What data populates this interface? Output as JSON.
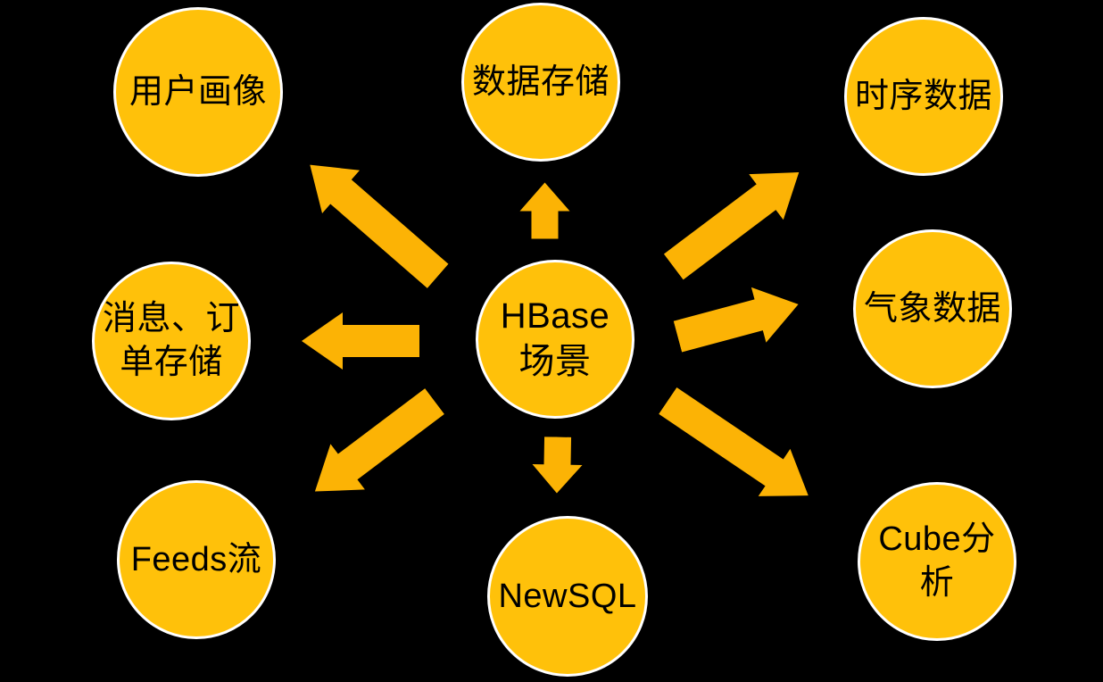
{
  "diagram": {
    "background_color": "#000000",
    "node_fill_color": "#FFC10A",
    "node_border_color": "#FFFFFF",
    "arrow_color": "#FCB305",
    "text_color": "#000000",
    "center_node": {
      "label": "HBase\n场景"
    },
    "nodes": [
      {
        "id": "user-profile",
        "label": "用户画像"
      },
      {
        "id": "data-storage",
        "label": "数据存储"
      },
      {
        "id": "time-series",
        "label": "时序数据"
      },
      {
        "id": "message-order-storage",
        "label": "消息、订\n单存储"
      },
      {
        "id": "weather-data",
        "label": "气象数据"
      },
      {
        "id": "feeds-stream",
        "label": "Feeds流"
      },
      {
        "id": "newsql",
        "label": "NewSQL"
      },
      {
        "id": "cube-analysis",
        "label": "Cube分\n析"
      }
    ]
  }
}
